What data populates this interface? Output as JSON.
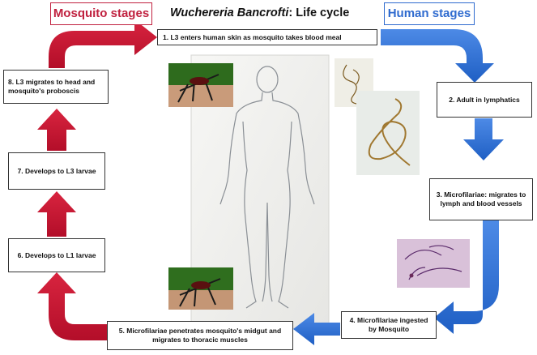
{
  "title": {
    "italic": "Wuchereria Bancrofti",
    "rest": ": Life cycle"
  },
  "headers": {
    "mosquito": "Mosquito stages",
    "human": "Human stages"
  },
  "colors": {
    "mosquito_accent": "#c0213f",
    "human_accent": "#2f6bcf",
    "red_arrow": "#c8102e",
    "blue_arrow": "#2a6fd6"
  },
  "steps": [
    {
      "n": "1.",
      "text": "L3  enters human  skin as mosquito takes blood meal"
    },
    {
      "n": "2.",
      "text": "Adult in lymphatics"
    },
    {
      "n": "3.",
      "text": "Microfilariae: migrates to lymph and blood vessels"
    },
    {
      "n": "4.",
      "text": "Microfilariae ingested by Mosquito"
    },
    {
      "n": "5.",
      "text": "Microfilariae penetrates mosquito's midgut and migrates to thoracic muscles"
    },
    {
      "n": "6.",
      "text": "Develops to L1 larvae"
    },
    {
      "n": "7.",
      "text": "Develops to L3 larvae"
    },
    {
      "n": "8.",
      "text": "L3 migrates to head and mosquito's proboscis"
    }
  ]
}
